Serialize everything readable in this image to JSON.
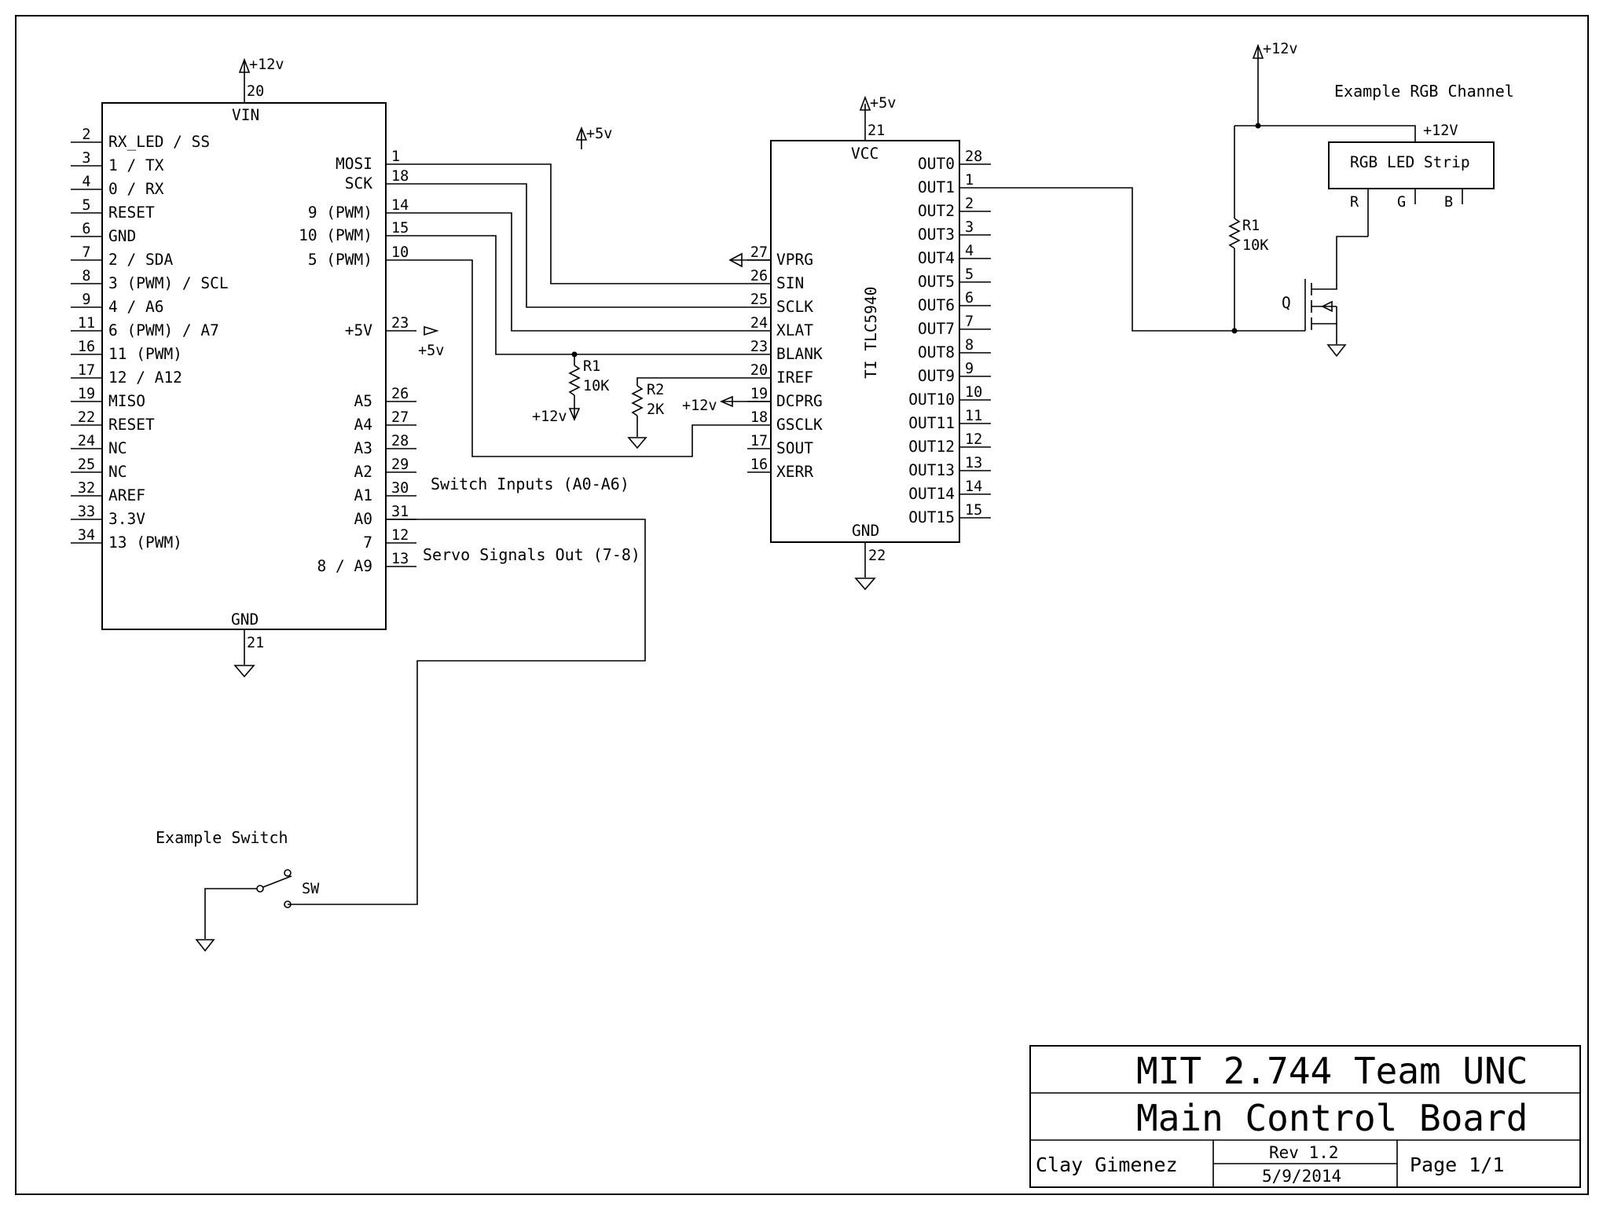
{
  "arduino": {
    "top_label": "VIN",
    "top_pin": "20",
    "top_supply": "+12v",
    "bottom_label": "GND",
    "bottom_pin": "21",
    "left_pins": [
      {
        "num": "2",
        "label": "RX_LED / SS"
      },
      {
        "num": "3",
        "label": "1 / TX"
      },
      {
        "num": "4",
        "label": "0 / RX"
      },
      {
        "num": "5",
        "label": "RESET"
      },
      {
        "num": "6",
        "label": "GND"
      },
      {
        "num": "7",
        "label": "2 / SDA"
      },
      {
        "num": "8",
        "label": "3 (PWM) / SCL"
      },
      {
        "num": "9",
        "label": "4 / A6"
      },
      {
        "num": "11",
        "label": "6 (PWM) / A7"
      },
      {
        "num": "16",
        "label": "11 (PWM)"
      },
      {
        "num": "17",
        "label": "12 / A12"
      },
      {
        "num": "19",
        "label": "MISO"
      },
      {
        "num": "22",
        "label": "RESET"
      },
      {
        "num": "24",
        "label": "NC"
      },
      {
        "num": "25",
        "label": "NC"
      },
      {
        "num": "32",
        "label": "AREF"
      },
      {
        "num": "33",
        "label": "3.3V"
      },
      {
        "num": "34",
        "label": "13 (PWM)"
      }
    ],
    "right_pins": [
      {
        "num": "1",
        "label": "MOSI"
      },
      {
        "num": "18",
        "label": "SCK"
      },
      {
        "num": "14",
        "label": "9 (PWM)"
      },
      {
        "num": "15",
        "label": "10 (PWM)"
      },
      {
        "num": "10",
        "label": "5 (PWM)"
      },
      {
        "num": "23",
        "label": "+5V"
      },
      {
        "num": "26",
        "label": "A5"
      },
      {
        "num": "27",
        "label": "A4"
      },
      {
        "num": "28",
        "label": "A3"
      },
      {
        "num": "29",
        "label": "A2"
      },
      {
        "num": "30",
        "label": "A1"
      },
      {
        "num": "31",
        "label": "A0"
      },
      {
        "num": "12",
        "label": "7"
      },
      {
        "num": "13",
        "label": "8 / A9"
      }
    ],
    "plus5_out_label": "+5v"
  },
  "tlc": {
    "name": "TI TLC5940",
    "top_label": "VCC",
    "top_pin": "21",
    "top_supply": "+5v",
    "bottom_label": "GND",
    "bottom_pin": "22",
    "left_pins": [
      {
        "num": "27",
        "label": "VPRG"
      },
      {
        "num": "26",
        "label": "SIN"
      },
      {
        "num": "25",
        "label": "SCLK"
      },
      {
        "num": "24",
        "label": "XLAT"
      },
      {
        "num": "23",
        "label": "BLANK"
      },
      {
        "num": "20",
        "label": "IREF"
      },
      {
        "num": "19",
        "label": "DCPRG"
      },
      {
        "num": "18",
        "label": "GSCLK"
      },
      {
        "num": "17",
        "label": "SOUT"
      },
      {
        "num": "16",
        "label": "XERR"
      }
    ],
    "right_pins": [
      {
        "num": "28",
        "label": "OUT0"
      },
      {
        "num": "1",
        "label": "OUT1"
      },
      {
        "num": "2",
        "label": "OUT2"
      },
      {
        "num": "3",
        "label": "OUT3"
      },
      {
        "num": "4",
        "label": "OUT4"
      },
      {
        "num": "5",
        "label": "OUT5"
      },
      {
        "num": "6",
        "label": "OUT6"
      },
      {
        "num": "7",
        "label": "OUT7"
      },
      {
        "num": "8",
        "label": "OUT8"
      },
      {
        "num": "9",
        "label": "OUT9"
      },
      {
        "num": "10",
        "label": "OUT10"
      },
      {
        "num": "11",
        "label": "OUT11"
      },
      {
        "num": "12",
        "label": "OUT12"
      },
      {
        "num": "13",
        "label": "OUT13"
      },
      {
        "num": "14",
        "label": "OUT14"
      },
      {
        "num": "15",
        "label": "OUT15"
      }
    ]
  },
  "labels": {
    "floating_plus5": "+5v",
    "r1_name": "R1",
    "r1_value": "10K",
    "r1_supply": "+12v",
    "r2_name": "R2",
    "r2_value": "2K",
    "dcprg_supply": "+12v",
    "switch_inputs": "Switch Inputs (A0-A6)",
    "servo_out": "Servo Signals Out (7-8)",
    "example_switch": "Example Switch",
    "sw": "SW",
    "rgb_title": "Example RGB Channel",
    "rgb_supply_top": "+12v",
    "rgb_strip_supply": "+12V",
    "rgb_strip": "RGB LED Strip",
    "rgb_r": "R",
    "rgb_g": "G",
    "rgb_b": "B",
    "rgb_r1_name": "R1",
    "rgb_r1_value": "10K",
    "q": "Q"
  },
  "title_block": {
    "title": "MIT 2.744 Team UNC",
    "subtitle": "Main Control Board",
    "author": "Clay Gimenez",
    "rev": "Rev 1.2",
    "date": "5/9/2014",
    "page": "Page 1/1"
  }
}
